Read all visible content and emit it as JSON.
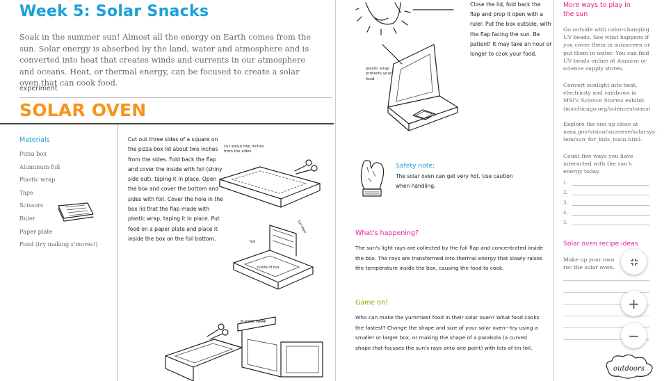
{
  "header": {
    "week_title": "Week 5: Solar Snacks",
    "intro": "Soak in the summer sun! Almost all the energy on Earth comes from the sun. Solar energy is absorbed by the land, water and atmosphere and is converted into heat that creates winds and currents in our atmosphere and oceans. Heat, or thermal energy, can be focused to create a solar oven that can cook food."
  },
  "experiment": {
    "label": "experiment",
    "title": "SOLAR OVEN"
  },
  "materials": {
    "heading": "Materials",
    "items": [
      "Pizza box",
      "Aluminum foil",
      "Plastic wrap",
      "Tape",
      "Scissors",
      "Ruler",
      "Paper plate",
      "Food (try making s'mores!)"
    ]
  },
  "instructions": {
    "step1": "Cut out three sides of a square on the pizza box lid about two inches from the sides. Fold back the flap and cover the inside with foil (shiny side out), taping it in place. Open the box and cover the bottom and sides with foil. Cover the hole in the box lid that the flap made with plastic wrap, taping it in place. Put food on a paper plate and place it inside the box on the foil bottom.",
    "step2": "Close the lid, fold back the flap and prop it open with a ruler. Put the box outside, with the flap facing the sun. Be patient! It may take an hour or longer to cook your food."
  },
  "illustration_notes": {
    "cut_note": "cut about two inches from the sides",
    "foil_label": "foil",
    "tape_label": "foil tape",
    "plastic_note": "plastic wrap protects your food",
    "plate_label": "inside of box",
    "foil_roll_label": "PLASTIC WRAP"
  },
  "safety": {
    "title": "Safety note:",
    "text": "The solar oven can get very hot. Use caution when handling."
  },
  "happening": {
    "title": "What's happening?",
    "text": "The sun's light rays are collected by the foil flap and concentrated inside the box. The rays are transformed into thermal energy that slowly raises the temperature inside the box, causing the food to cook."
  },
  "game": {
    "title": "Game on!",
    "text": "Who can make the yummiest food in their solar oven? What food cooks the fastest? Change the shape and size of your solar oven—try using a smaller or larger box, or making the shape of a parabola (a curved shape that focuses the sun's rays onto one point) with lots of tin foil."
  },
  "sidebar": {
    "title": "More ways to play in the sun",
    "p1": "Go outside with color-changing UV beads. See what happens if you cover them in sunscreen or put them in water. You can find UV beads online at Amazon or science supply stores.",
    "p2_before": "Convert sunlight into heat, electricity and rainbows in MSI's ",
    "p2_italic": "Science Storms",
    "p2_after": " exhibit. (msichicago.org/sciencestorms)",
    "p3": "Explore the sun up close at nasa.gov/vision/universe/solarsys-tem/sun_for_kids_main.html.",
    "p4": "Count five ways you have interacted with the sun's energy today.",
    "count_numbers": [
      "1.",
      "2.",
      "3.",
      "4.",
      "5."
    ],
    "recipe_title": "Solar oven recipe ideas",
    "recipe_text": "Make up your own rec the solar oven.",
    "badge": "outdoors"
  },
  "viewer_controls": {
    "fit_icon": "fit-to-page-icon",
    "zoom_in_label": "+",
    "zoom_out_label": "−"
  },
  "colors": {
    "blue": "#1ba0d8",
    "orange": "#f7941d",
    "pink": "#e91e8c",
    "green": "#7ab800"
  }
}
